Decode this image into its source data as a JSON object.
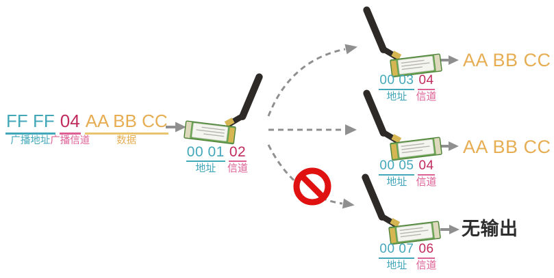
{
  "diagram": {
    "description_visible": false
  },
  "packet": {
    "address_value": "FF FF",
    "address_label": "广播地址",
    "channel_value": "04",
    "channel_label": "广播信道",
    "data_value": "AA BB CC",
    "data_label": "数据"
  },
  "transmitter": {
    "address_value": "00 01",
    "channel_value": "02",
    "address_label": "地址",
    "channel_label": "信道"
  },
  "receivers": [
    {
      "address_value": "00 03",
      "channel_value": "04",
      "address_label": "地址",
      "channel_label": "信道",
      "output": "AA BB CC",
      "blocked": false
    },
    {
      "address_value": "00 05",
      "channel_value": "04",
      "address_label": "地址",
      "channel_label": "信道",
      "output": "AA BB CC",
      "blocked": false
    },
    {
      "address_value": "00 07",
      "channel_value": "06",
      "address_label": "地址",
      "channel_label": "信道",
      "output": "无输出",
      "blocked": true
    }
  ],
  "icons": {
    "module": "wireless-module-icon",
    "prohibition": "no-entry-icon",
    "arrow": "arrow-right-icon"
  },
  "colors": {
    "teal": "#43a7ba",
    "crimson": "#c12a5b",
    "pink": "#dd5f94",
    "orange": "#e7ad52",
    "underline_orange": "#eac36e",
    "ink": "#2d2d2d",
    "arrow_gray": "#8f8f8f",
    "prohibit_red": "#e01111",
    "board_green": "#6aa455",
    "board_edge": "#4a7c33",
    "gold": "#d6b652",
    "sticker": "#f5f5ef",
    "antenna": "#2d2a28"
  }
}
